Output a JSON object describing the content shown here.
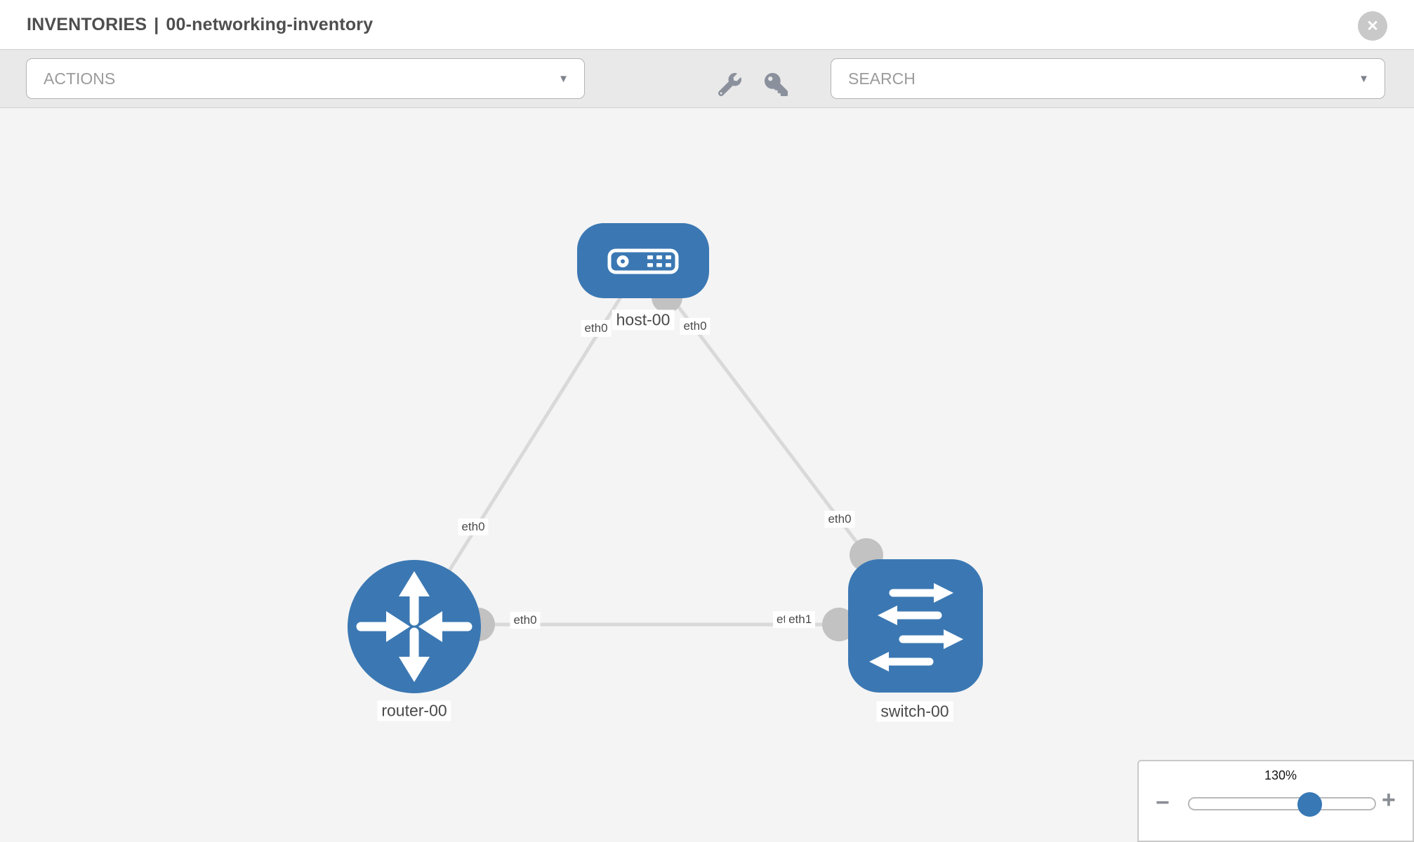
{
  "header": {
    "title_section": "INVENTORIES",
    "title_separator": "|",
    "title_item": "00-networking-inventory"
  },
  "toolbar": {
    "actions_label": "ACTIONS",
    "search_label": "SEARCH"
  },
  "icons": {
    "close": "✕",
    "chevron_down": "▼",
    "minus": "−",
    "plus": "+"
  },
  "topology": {
    "nodes": [
      {
        "id": "host-00",
        "label": "host-00",
        "type": "host",
        "shape": "rounded-rect"
      },
      {
        "id": "router-00",
        "label": "router-00",
        "type": "router",
        "shape": "circle"
      },
      {
        "id": "switch-00",
        "label": "switch-00",
        "type": "switch",
        "shape": "rounded-square"
      }
    ],
    "links": [
      {
        "from": "host-00",
        "to": "router-00",
        "from_label": "eth0",
        "to_label": "eth0"
      },
      {
        "from": "host-00",
        "to": "switch-00",
        "from_label": "eth0",
        "to_label": "eth0"
      },
      {
        "from": "router-00",
        "to": "switch-00",
        "from_label": "eth0",
        "to_label_back": "eth0",
        "to_label_front": "eth1"
      }
    ]
  },
  "zoom": {
    "percent_label": "130%",
    "percent": 65
  },
  "colors": {
    "node_blue": "#3b78b3",
    "link_gray": "#d9d9d9",
    "port_gray": "#c2c2c2",
    "handle_blue": "#3778b5",
    "label_text": "#4a4a4a"
  }
}
